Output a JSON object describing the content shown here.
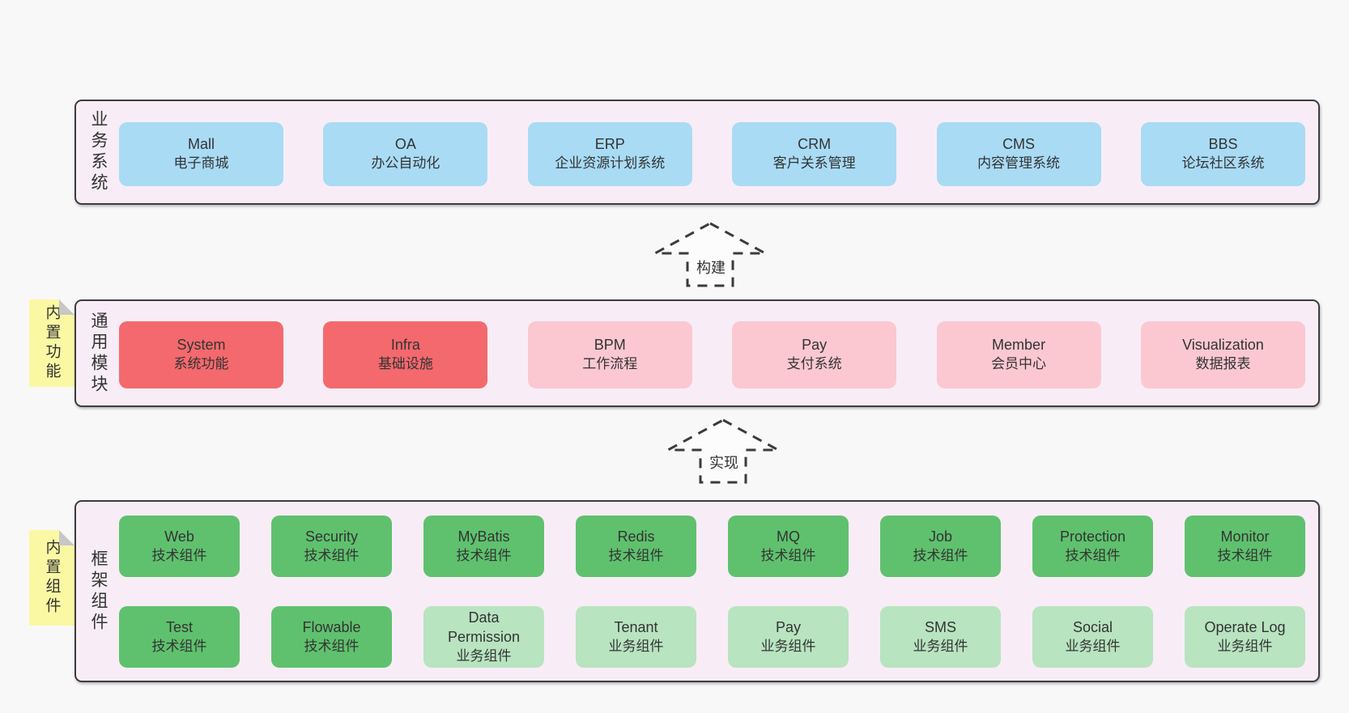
{
  "colors": {
    "page_bg": "#f8f8f8",
    "container_bg": "#f8edf6",
    "container_border": "#3d3d3d",
    "blue_box": "#a9dbf5",
    "red_box": "#f4696d",
    "pink_box": "#fbc8d1",
    "green_box": "#5fc16e",
    "light_green_box": "#b8e4c0",
    "note_yellow": "#fbf8a4",
    "note_fold_gray": "#c7c7c7",
    "text": "#333333"
  },
  "arrows": {
    "build": "构建",
    "implement": "实现"
  },
  "layers": {
    "business": {
      "label": "业务系统",
      "boxes": [
        {
          "en": "Mall",
          "zh": "电子商城"
        },
        {
          "en": "OA",
          "zh": "办公自动化"
        },
        {
          "en": "ERP",
          "zh": "企业资源计划系统"
        },
        {
          "en": "CRM",
          "zh": "客户关系管理"
        },
        {
          "en": "CMS",
          "zh": "内容管理系统"
        },
        {
          "en": "BBS",
          "zh": "论坛社区系统"
        }
      ]
    },
    "modules": {
      "label": "通用模块",
      "note": "内置功能",
      "boxes": [
        {
          "en": "System",
          "zh": "系统功能"
        },
        {
          "en": "Infra",
          "zh": "基础设施"
        },
        {
          "en": "BPM",
          "zh": "工作流程"
        },
        {
          "en": "Pay",
          "zh": "支付系统"
        },
        {
          "en": "Member",
          "zh": "会员中心"
        },
        {
          "en": "Visualization",
          "zh": "数据报表"
        }
      ]
    },
    "components": {
      "label": "框架组件",
      "note": "内置组件",
      "row1": [
        {
          "en": "Web",
          "zh": "技术组件"
        },
        {
          "en": "Security",
          "zh": "技术组件"
        },
        {
          "en": "MyBatis",
          "zh": "技术组件"
        },
        {
          "en": "Redis",
          "zh": "技术组件"
        },
        {
          "en": "MQ",
          "zh": "技术组件"
        },
        {
          "en": "Job",
          "zh": "技术组件"
        },
        {
          "en": "Protection",
          "zh": "技术组件"
        },
        {
          "en": "Monitor",
          "zh": "技术组件"
        }
      ],
      "row2": [
        {
          "en": "Test",
          "zh": "技术组件"
        },
        {
          "en": "Flowable",
          "zh": "技术组件"
        },
        {
          "en": "Data Permission",
          "zh": "业务组件"
        },
        {
          "en": "Tenant",
          "zh": "业务组件"
        },
        {
          "en": "Pay",
          "zh": "业务组件"
        },
        {
          "en": "SMS",
          "zh": "业务组件"
        },
        {
          "en": "Social",
          "zh": "业务组件"
        },
        {
          "en": "Operate Log",
          "zh": "业务组件"
        }
      ]
    }
  }
}
